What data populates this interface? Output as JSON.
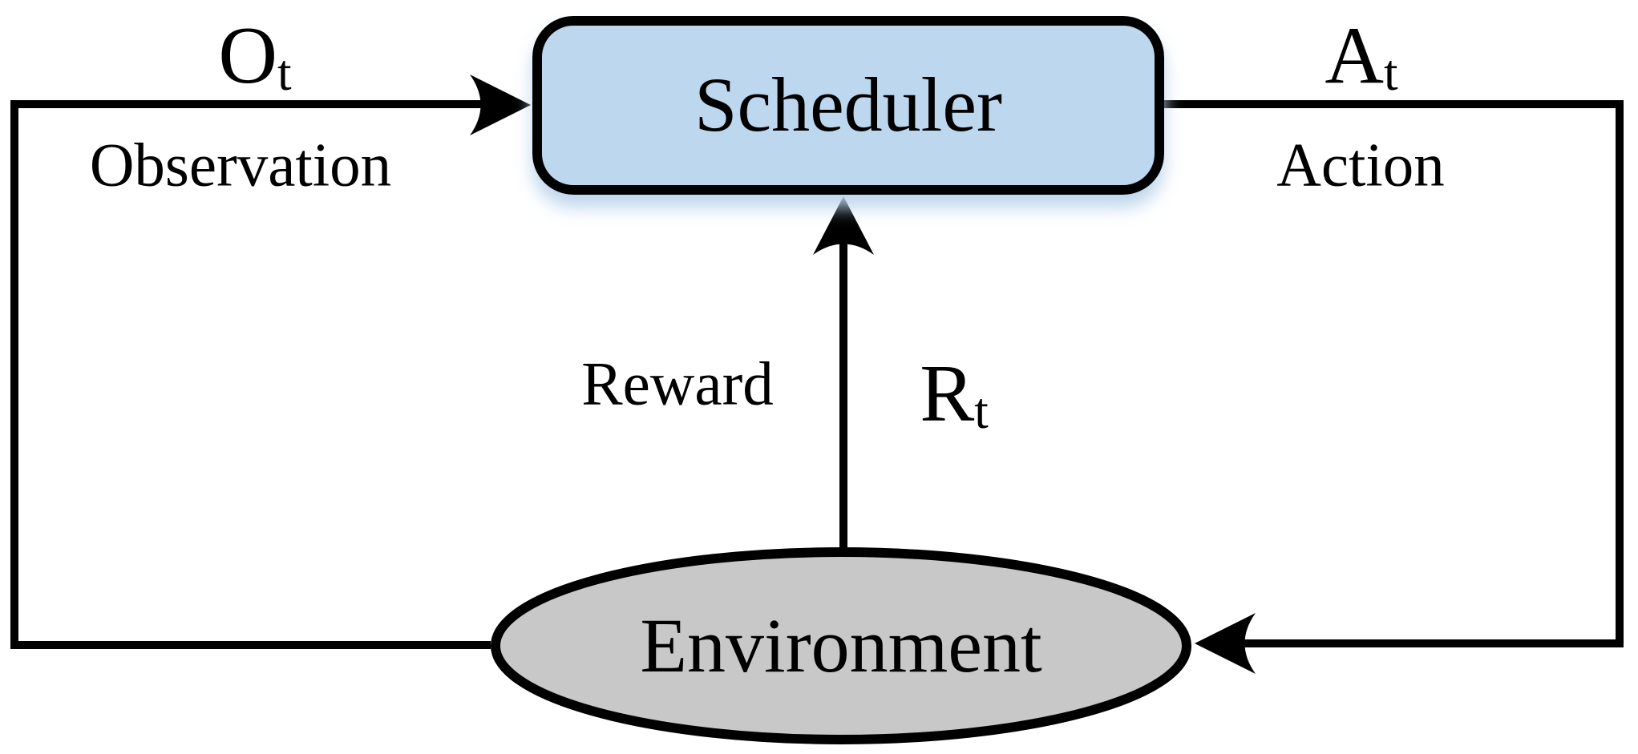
{
  "diagram": {
    "background_color": "#ffffff",
    "line_color": "#000000",
    "nodes": {
      "scheduler": {
        "label": "Scheduler",
        "shape": "rounded-rectangle",
        "fill": "#bdd7ee",
        "stroke": "#000000",
        "shadow_color": "#bcd4ec"
      },
      "environment": {
        "label": "Environment",
        "shape": "ellipse",
        "fill": "#c8c8c8",
        "stroke": "#000000"
      }
    },
    "edges": {
      "observation": {
        "symbol_base": "O",
        "symbol_sub": "t",
        "label": "Observation",
        "from": "environment",
        "to": "scheduler"
      },
      "action": {
        "symbol_base": "A",
        "symbol_sub": "t",
        "label": "Action",
        "from": "scheduler",
        "to": "environment"
      },
      "reward": {
        "symbol_base": "R",
        "symbol_sub": "t",
        "label": "Reward",
        "from": "environment",
        "to": "scheduler"
      }
    }
  }
}
